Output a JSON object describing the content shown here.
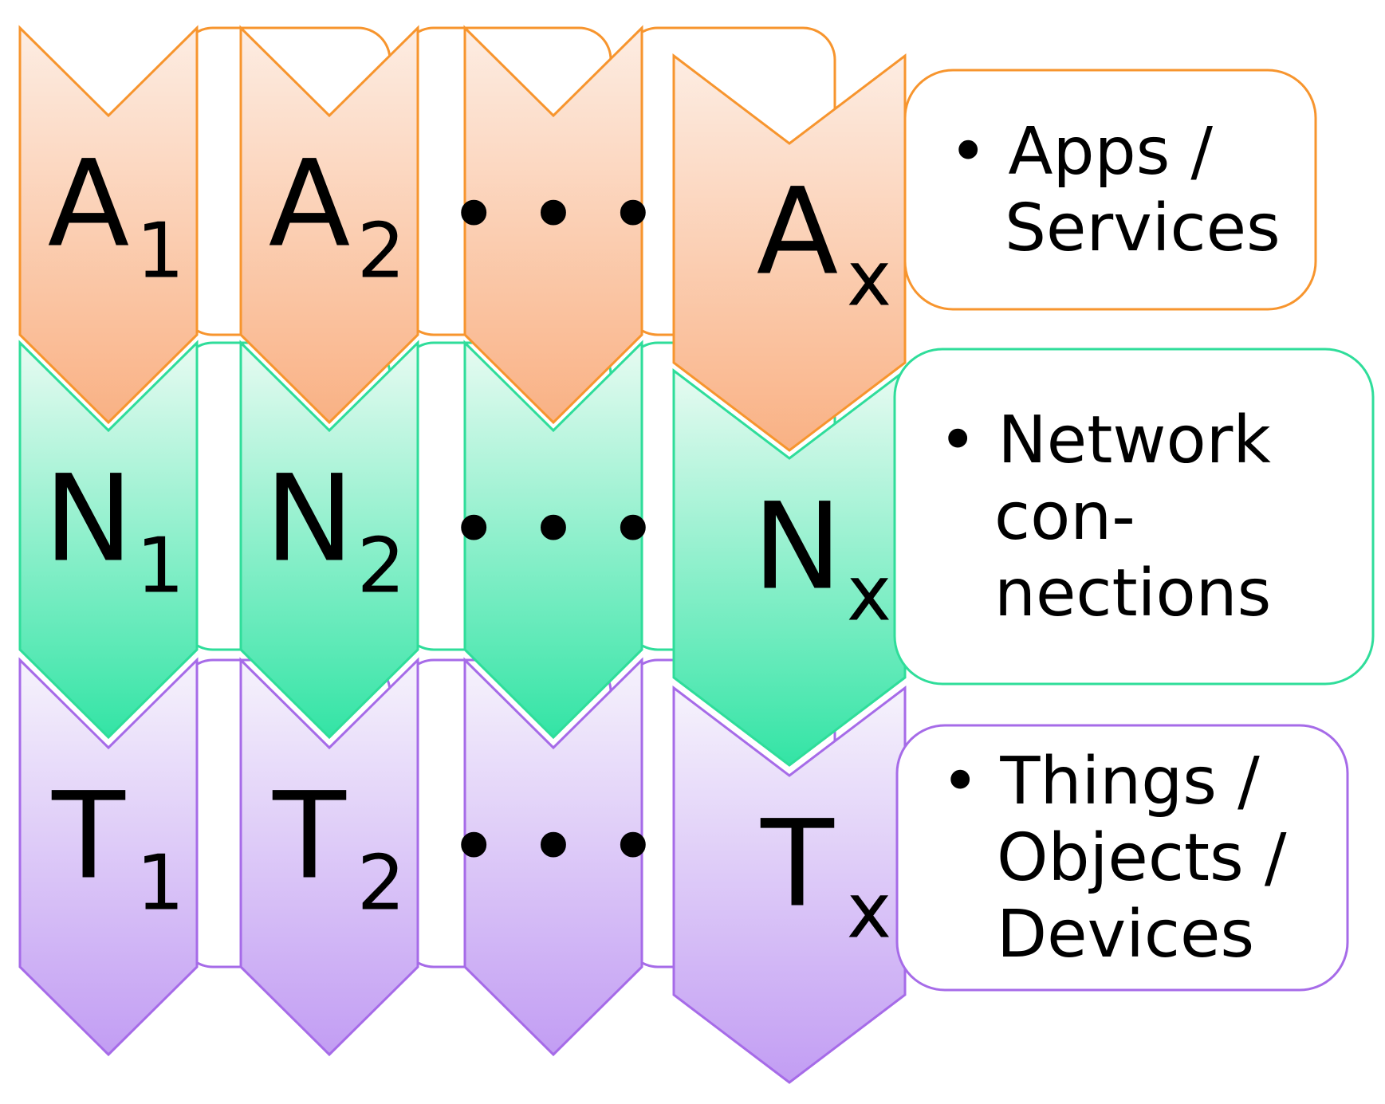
{
  "colors": {
    "apps_stroke": "#F7952E",
    "apps_fill_top": "#FDEDE3",
    "apps_fill_bottom": "#F9B184",
    "network_stroke": "#2FDD9A",
    "network_fill_top": "#E8FBF2",
    "network_fill_bottom": "#33E4A5",
    "things_stroke": "#A66BE8",
    "things_fill_top": "#F6F3FC",
    "things_fill_bottom": "#C29DF3"
  },
  "rows": [
    {
      "key": "apps",
      "cells": [
        {
          "letter": "A",
          "sub": "1"
        },
        {
          "letter": "A",
          "sub": "2"
        },
        {
          "ellipsis": "• • •"
        },
        {
          "letter": "A",
          "sub": "x"
        }
      ],
      "callout": [
        "• Apps /",
        "Services"
      ]
    },
    {
      "key": "network",
      "cells": [
        {
          "letter": "N",
          "sub": "1"
        },
        {
          "letter": "N",
          "sub": "2"
        },
        {
          "ellipsis": "• • •"
        },
        {
          "letter": "N",
          "sub": "x"
        }
      ],
      "callout": [
        "• Network",
        "con-",
        "nections"
      ]
    },
    {
      "key": "things",
      "cells": [
        {
          "letter": "T",
          "sub": "1"
        },
        {
          "letter": "T",
          "sub": "2"
        },
        {
          "ellipsis": "• • •"
        },
        {
          "letter": "T",
          "sub": "x"
        }
      ],
      "callout": [
        "• Things /",
        "Objects /",
        "Devices"
      ]
    }
  ]
}
